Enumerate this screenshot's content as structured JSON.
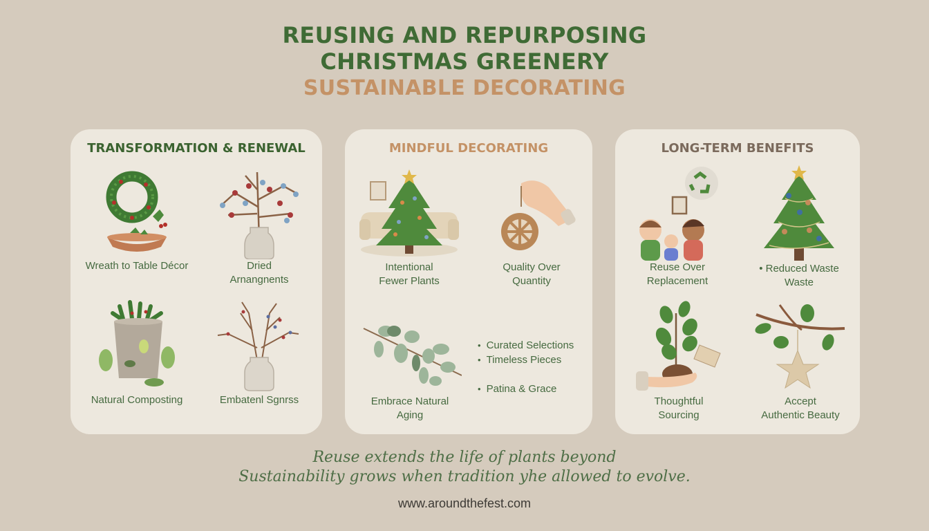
{
  "header": {
    "title_line1": "REUSING AND REPURPOSING",
    "title_line2": "CHRISTMAS GREENERY",
    "subtitle": "SUSTAINABLE DECORATING"
  },
  "colors": {
    "background": "#d5cbbd",
    "card": "#ede8de",
    "title_green": "#3f6b35",
    "accent_tan": "#c49266",
    "muted_brown": "#7b6a5c",
    "text_green": "#466a40"
  },
  "cards": [
    {
      "title": "TRANSFORMATION & RENEWAL",
      "items": [
        {
          "label_line1": "Wreath to Table Décor",
          "label_line2": "",
          "icon": "wreath-bowl-icon"
        },
        {
          "label_line1": "Dried",
          "label_line2": "Arnangnents",
          "icon": "berry-branch-vase-icon"
        },
        {
          "label_line1": "Natural Composting",
          "label_line2": "",
          "icon": "compost-pot-icon"
        },
        {
          "label_line1": "Embatenl Sgnrss",
          "label_line2": "",
          "icon": "bare-branch-vase-icon"
        }
      ]
    },
    {
      "title": "MINDFUL DECORATING",
      "items": [
        {
          "label_line1": "Intentional",
          "label_line2": "Fewer Plants",
          "icon": "tree-sofa-icon"
        },
        {
          "label_line1": "Quality Over",
          "label_line2": "Quantity",
          "icon": "hand-ornament-icon"
        },
        {
          "label_line1": "Embrace Natural",
          "label_line2": "Aging",
          "icon": "eucalyptus-icon"
        }
      ],
      "bullets": [
        "Curated Selections",
        "Timeless Pieces",
        "Patina & Grace"
      ]
    },
    {
      "title": "LONG-TERM BENEFITS",
      "items": [
        {
          "label_line1": "Reuse Over",
          "label_line2": "Replacement",
          "icon": "family-recycle-icon"
        },
        {
          "label_line1": "• Reduced Waste",
          "label_line2": "Waste",
          "icon": "christmas-tree-icon"
        },
        {
          "label_line1": "Thoughtful",
          "label_line2": "Sourcing",
          "icon": "hand-seedling-icon"
        },
        {
          "label_line1": "Accept",
          "label_line2": "Authentic Beauty",
          "icon": "branch-star-icon"
        }
      ]
    }
  ],
  "quote": {
    "line1": "Reuse extends the life of plants beyond",
    "line2": "Sustainability grows when tradition yhe allowed to evolve."
  },
  "footer": {
    "url": "www.aroundthefest.com"
  }
}
